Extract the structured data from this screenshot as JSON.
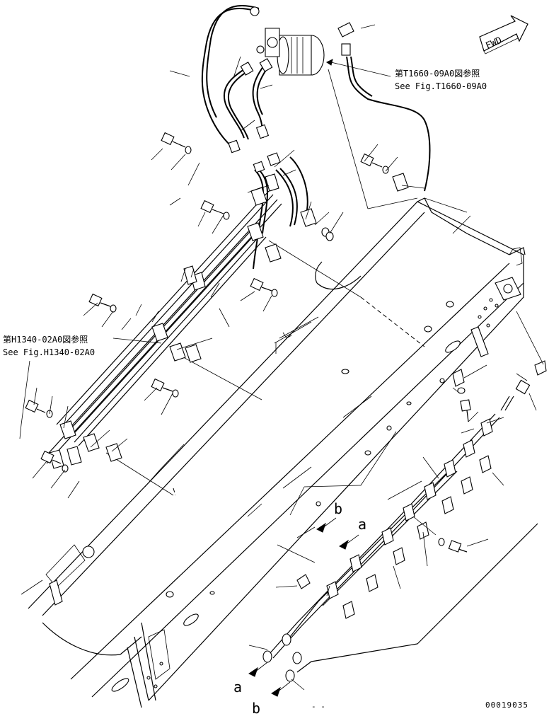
{
  "references": [
    {
      "jp": "第T1660-09A0図参照",
      "en": "See Fig.T1660-09A0"
    },
    {
      "jp": "第H1340-02A0図参照",
      "en": "See Fig.H1340-02A0"
    }
  ],
  "direction_label": "FWD",
  "view_markers": [
    "a",
    "b",
    "a",
    "b"
  ],
  "drawing_number": "00019035",
  "footer_mark": "- -"
}
